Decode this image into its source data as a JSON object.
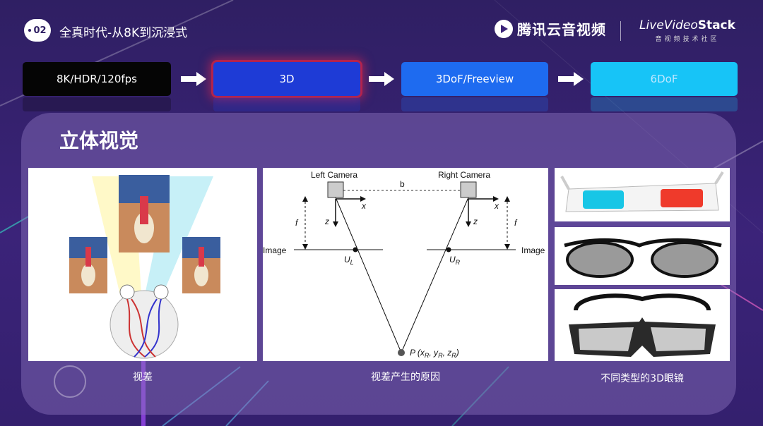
{
  "header": {
    "badge": "02",
    "title": "全真时代-从8K到沉浸式",
    "brand_name": "腾讯云音视频",
    "partner_name": "LiveVideo",
    "partner_name_bold": "Stack",
    "partner_subtitle": "音视频技术社区"
  },
  "steps": [
    {
      "label": "8K/HDR/120fps"
    },
    {
      "label": "3D"
    },
    {
      "label": "3DoF/Freeview"
    },
    {
      "label": "6DoF"
    }
  ],
  "section": {
    "title": "立体视觉"
  },
  "figures": {
    "disparity": {
      "caption": "视差"
    },
    "stereo_geometry": {
      "caption": "视差产生的原因",
      "left_camera": "Left Camera",
      "right_camera": "Right Camera",
      "baseline": "b",
      "axis_x_left": "x",
      "axis_x_right": "x",
      "axis_z_left": "z",
      "axis_z_right": "z",
      "focal_left": "f",
      "focal_right": "f",
      "image_left": "Image",
      "image_right": "Image",
      "u_left": "U",
      "u_left_sub": "L",
      "u_right": "U",
      "u_right_sub": "R",
      "point": "P (x",
      "point_sub_x": "R",
      "point_mid1": ", y",
      "point_sub_y": "R",
      "point_mid2": ", z",
      "point_sub_z": "R",
      "point_end": ")"
    },
    "glasses": {
      "caption": "不同类型的3D眼镜"
    }
  },
  "colors": {
    "background": "#3b2379",
    "step_active_glow": "#b3234c",
    "step_1": "#050505",
    "step_2": "#1e3bd6",
    "step_3": "#1e6bf0",
    "step_4": "#17c4f7"
  }
}
